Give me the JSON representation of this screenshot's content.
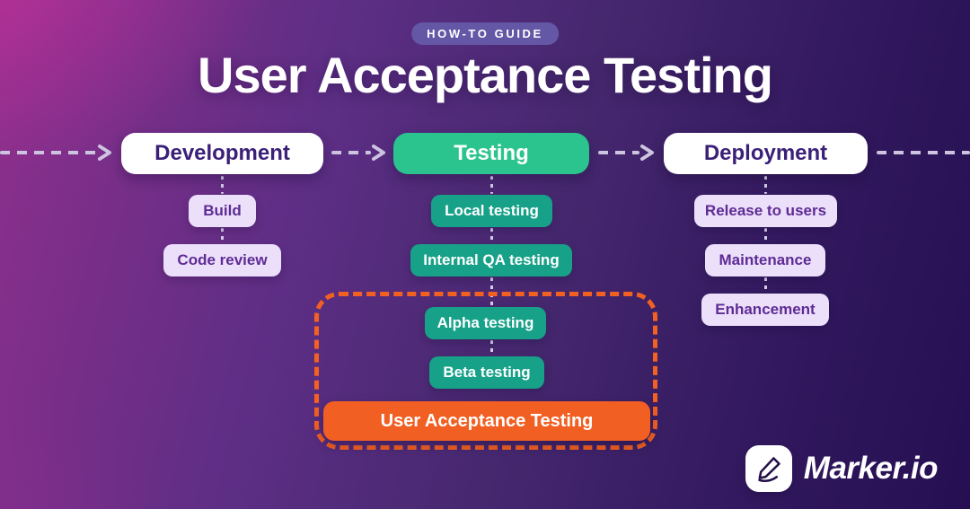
{
  "badge": {
    "label": "HOW-TO GUIDE"
  },
  "title": "User Acceptance Testing",
  "flow": {
    "stages": [
      {
        "label": "Development",
        "style": "white",
        "substeps": [
          "Build",
          "Code review"
        ]
      },
      {
        "label": "Testing",
        "style": "green",
        "substeps": [
          "Local testing",
          "Internal QA testing"
        ],
        "uat_group": {
          "substeps": [
            "Alpha testing",
            "Beta testing"
          ],
          "highlight": "User Acceptance Testing"
        }
      },
      {
        "label": "Deployment",
        "style": "white",
        "substeps": [
          "Release to users",
          "Maintenance",
          "Enhancement"
        ]
      }
    ]
  },
  "logo": {
    "brand": "Marker.io",
    "icon": "pen-icon"
  },
  "colors": {
    "background_magenta": "#8e2f8c",
    "background_dark_purple": "#250f52",
    "stage_green": "#2bc48e",
    "substep_teal": "#17a189",
    "substep_lavender": "#ecdffa",
    "substep_text_purple": "#5e2b94",
    "stage_text_purple": "#3b2078",
    "highlight_orange": "#f15f22",
    "dashed_box_orange": "#f26122",
    "connector_gray": "#cdc5e0"
  }
}
